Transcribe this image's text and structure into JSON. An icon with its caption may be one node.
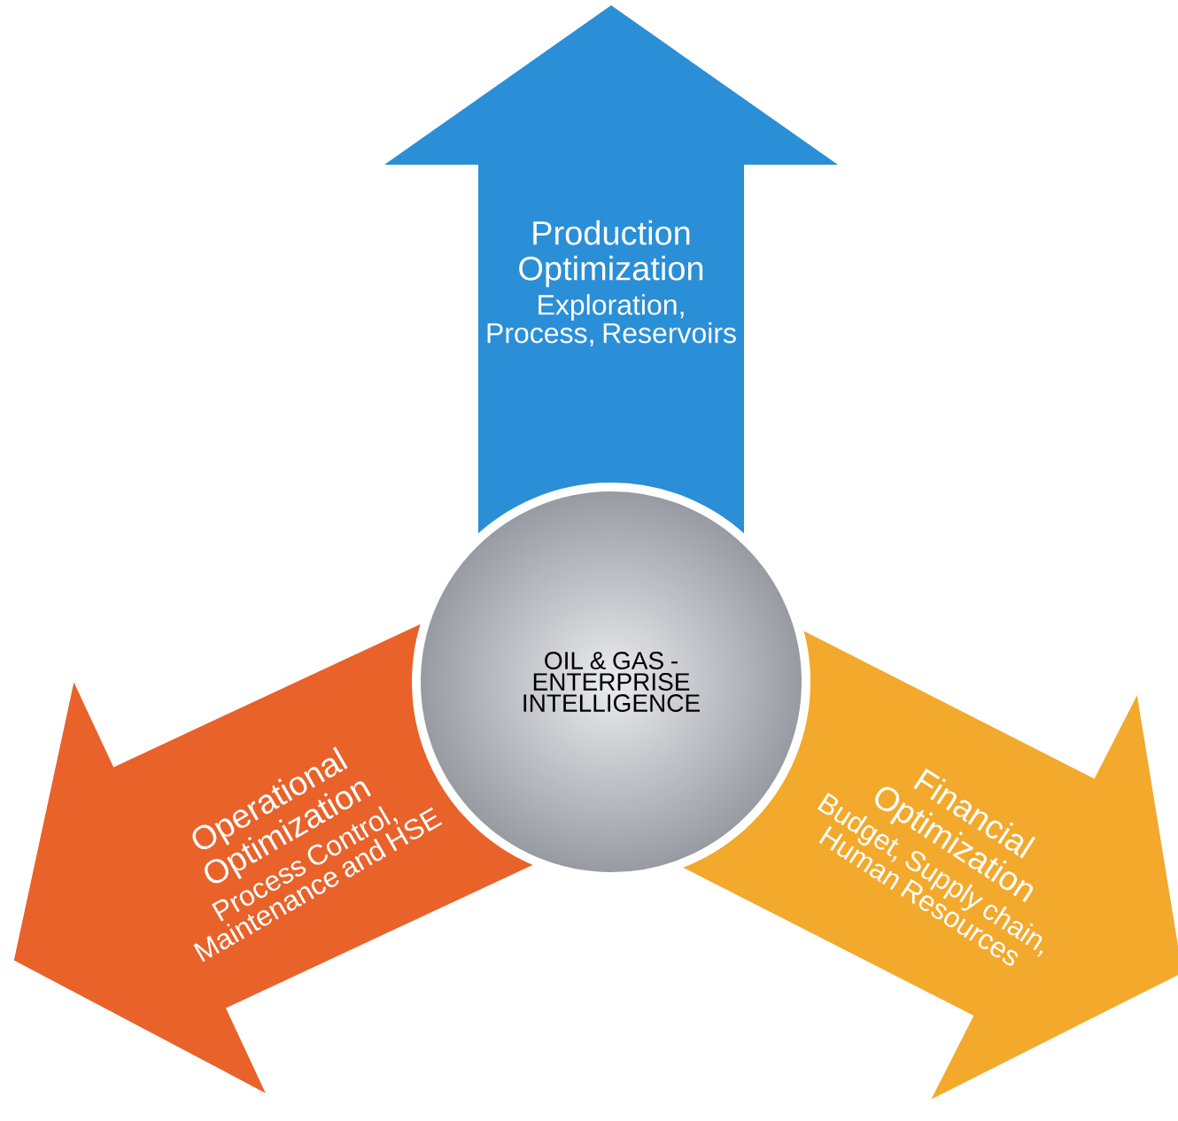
{
  "diagram": {
    "nodes": [
      {
        "text": [
          "Production Optimization",
          "Exploration, Process, Reservoirs"
        ]
      },
      {
        "text": [
          "OIL & GAS - ENTERPRISE INTELLIGENCE"
        ]
      },
      {
        "text": [
          "Operational Optimization",
          "Process Control, Maintenance and HSE"
        ]
      },
      {
        "text": [
          "Financial Optimization",
          "Budget, Supply chain, Human Resources"
        ]
      }
    ]
  }
}
